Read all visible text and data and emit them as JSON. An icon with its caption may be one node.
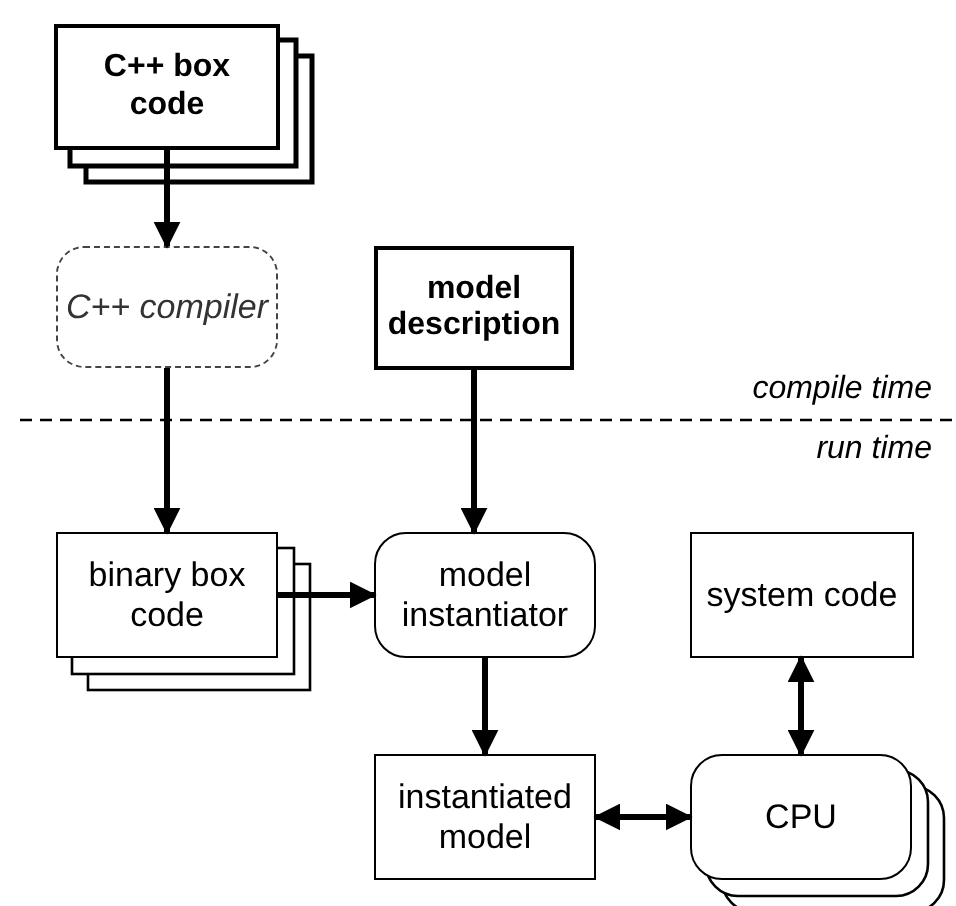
{
  "diagram": {
    "nodes": [
      {
        "text": [
          "C++ box code"
        ]
      },
      {
        "text": [
          "C++ compiler"
        ]
      },
      {
        "text": [
          "model description"
        ]
      },
      {
        "text": [
          "binary box code"
        ]
      },
      {
        "text": [
          "model instantiator"
        ]
      },
      {
        "text": [
          "system code"
        ]
      },
      {
        "text": [
          "instantiated model"
        ]
      },
      {
        "text": [
          "CPU"
        ]
      }
    ],
    "edges": [
      {
        "from": 0,
        "to": 1,
        "arrow": "to"
      },
      {
        "from": 1,
        "to": 3,
        "arrow": "to"
      },
      {
        "from": 2,
        "to": 4,
        "arrow": "to"
      },
      {
        "from": 3,
        "to": 4,
        "arrow": "to"
      },
      {
        "from": 4,
        "to": 6,
        "arrow": "to"
      },
      {
        "from": 5,
        "to": 7,
        "arrow": "both"
      },
      {
        "from": 6,
        "to": 7,
        "arrow": "both"
      }
    ],
    "labels": [
      "compile time",
      "run time"
    ]
  }
}
